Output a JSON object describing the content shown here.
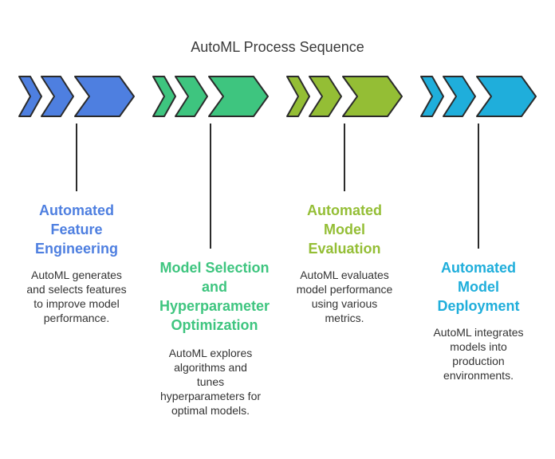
{
  "title": "AutoML Process Sequence",
  "steps": [
    {
      "heading": [
        "Automated",
        "Feature",
        "Engineering"
      ],
      "description": [
        "AutoML generates",
        "and selects features",
        "to improve model",
        "performance."
      ],
      "color": "#4E7FE0"
    },
    {
      "heading": [
        "Model Selection",
        "and",
        "Hyperparameter",
        "Optimization"
      ],
      "description": [
        "AutoML explores",
        "algorithms and",
        "tunes",
        "hyperparameters for",
        "optimal models."
      ],
      "color": "#3EC57F"
    },
    {
      "heading": [
        "Automated",
        "Model",
        "Evaluation"
      ],
      "description": [
        "AutoML evaluates",
        "model performance",
        "using various",
        "metrics."
      ],
      "color": "#94BE35"
    },
    {
      "heading": [
        "Automated",
        "Model",
        "Deployment"
      ],
      "description": [
        "AutoML integrates",
        "models into",
        "production",
        "environments."
      ],
      "color": "#1FAEDB"
    }
  ]
}
